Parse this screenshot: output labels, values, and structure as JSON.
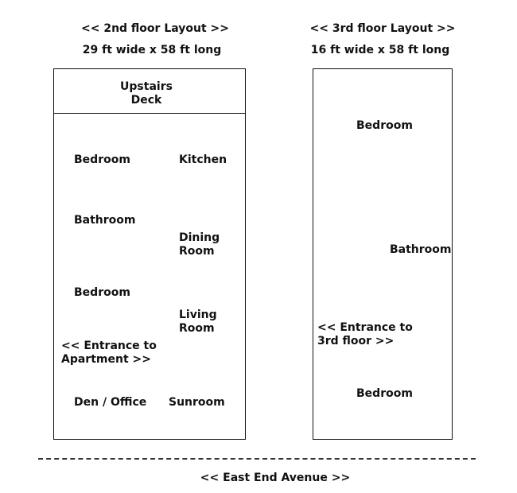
{
  "floor2": {
    "title": "<< 2nd floor Layout >>",
    "dimensions": "29 ft wide x 58 ft long",
    "deck": "Upstairs\nDeck",
    "rooms": {
      "bedroom_1": "Bedroom",
      "kitchen": "Kitchen",
      "bathroom": "Bathroom",
      "dining_room": "Dining\nRoom",
      "bedroom_2": "Bedroom",
      "living_room": "Living\nRoom",
      "entrance": "<< Entrance to\nApartment >>",
      "den_office": "Den / Office",
      "sunroom": "Sunroom"
    }
  },
  "floor3": {
    "title": "<< 3rd floor Layout >>",
    "dimensions": "16 ft wide x 58 ft long",
    "rooms": {
      "bedroom_top": "Bedroom",
      "bathroom": "Bathroom",
      "entrance": "<< Entrance to\n3rd floor >>",
      "bedroom_bottom": "Bedroom"
    }
  },
  "street": "<< East End Avenue >>"
}
